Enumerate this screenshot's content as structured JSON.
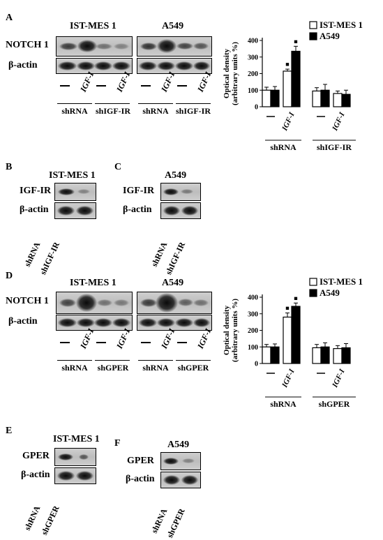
{
  "panels": {
    "A": {
      "label": "A",
      "titles": [
        "IST-MES 1",
        "A549"
      ],
      "rows": [
        "NOTCH 1",
        "β-actin"
      ],
      "lanes": [
        "—",
        "IGF-I",
        "—",
        "IGF-I",
        "—",
        "IGF-I",
        "—",
        "IGF-I"
      ],
      "groups": [
        "shRNA",
        "shIGF-IR",
        "shRNA",
        "shIGF-IR"
      ]
    },
    "B": {
      "label": "B",
      "title": "IST-MES 1",
      "rows": [
        "IGF-IR",
        "β-actin"
      ],
      "lanes": [
        "shRNA",
        "shIGF-IR"
      ]
    },
    "C": {
      "label": "C",
      "title": "A549",
      "rows": [
        "IGF-IR",
        "β-actin"
      ],
      "lanes": [
        "shRNA",
        "shIGF-IR"
      ]
    },
    "D": {
      "label": "D",
      "titles": [
        "IST-MES 1",
        "A549"
      ],
      "rows": [
        "NOTCH 1",
        "β-actin"
      ],
      "lanes": [
        "—",
        "IGF-I",
        "—",
        "IGF-I",
        "—",
        "IGF-I",
        "—",
        "IGF-I"
      ],
      "groups": [
        "shRNA",
        "shGPER",
        "shRNA",
        "shGPER"
      ]
    },
    "E": {
      "label": "E",
      "title": "IST-MES 1",
      "rows": [
        "GPER",
        "β-actin"
      ],
      "lanes": [
        "shRNA",
        "shGPER"
      ]
    },
    "F": {
      "label": "F",
      "title": "A549",
      "rows": [
        "GPER",
        "β-actin"
      ],
      "lanes": [
        "shRNA",
        "shGPER"
      ]
    }
  },
  "chart_data": [
    {
      "type": "bar",
      "ylabel": "Optical density (arbitrary units %)",
      "ylabel_lines": [
        "Optical density",
        "(arbitrary units %)"
      ],
      "ylim": [
        0,
        400
      ],
      "yticks": [
        "0",
        "100",
        "200",
        "300",
        "400"
      ],
      "categories": [
        "—",
        "IGF-I",
        "—",
        "IGF-I"
      ],
      "groups": [
        "shRNA",
        "shIGF-IR"
      ],
      "series": [
        {
          "name": "IST-MES 1",
          "color": "#ffffff",
          "values": [
            100,
            215,
            95,
            80
          ],
          "errors": [
            18,
            12,
            20,
            15
          ]
        },
        {
          "name": "A549",
          "color": "#000000",
          "values": [
            100,
            335,
            100,
            75
          ],
          "errors": [
            22,
            30,
            35,
            25
          ]
        }
      ],
      "significance_marker": "■",
      "legend_position": "top-right"
    },
    {
      "type": "bar",
      "ylabel": "Optical density (arbitrary units %)",
      "ylabel_lines": [
        "Optical density",
        "(arbitrary units %)"
      ],
      "ylim": [
        0,
        400
      ],
      "yticks": [
        "0",
        "100",
        "200",
        "300",
        "400"
      ],
      "categories": [
        "—",
        "IGF-I",
        "—",
        "IGF-I"
      ],
      "groups": [
        "shRNA",
        "shGPER"
      ],
      "series": [
        {
          "name": "IST-MES 1",
          "color": "#ffffff",
          "values": [
            100,
            280,
            95,
            90
          ],
          "errors": [
            15,
            25,
            20,
            18
          ]
        },
        {
          "name": "A549",
          "color": "#000000",
          "values": [
            100,
            345,
            100,
            95
          ],
          "errors": [
            18,
            20,
            25,
            25
          ]
        }
      ],
      "significance_marker": "■",
      "legend_position": "top-right"
    }
  ]
}
